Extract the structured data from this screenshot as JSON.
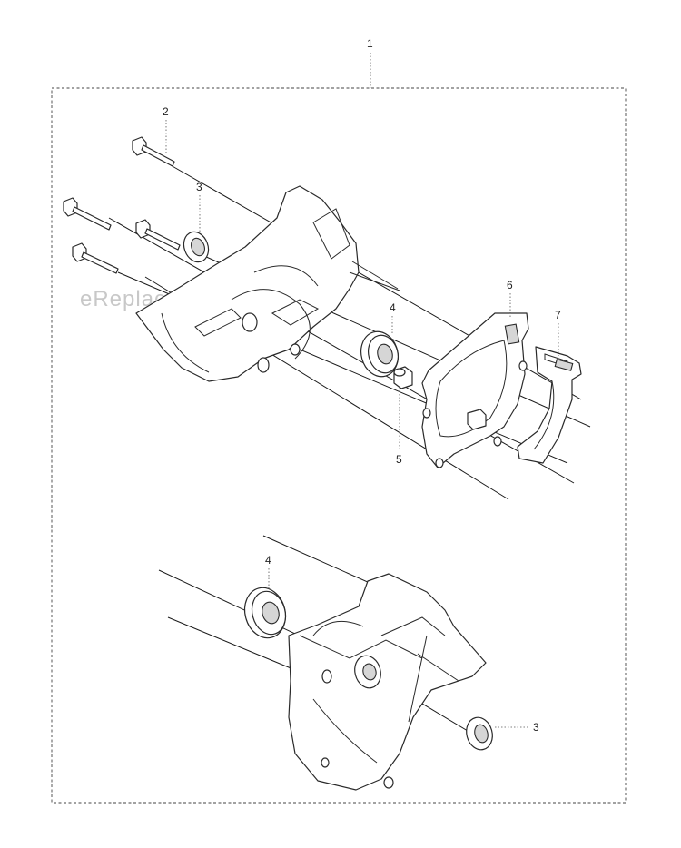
{
  "watermark": "eReplacementParts.com",
  "callouts": {
    "c1": "1",
    "c2": "2",
    "c3_top": "3",
    "c4_top": "4",
    "c5": "5",
    "c6": "6",
    "c7": "7",
    "c4_bottom": "4",
    "c3_bottom": "3"
  }
}
